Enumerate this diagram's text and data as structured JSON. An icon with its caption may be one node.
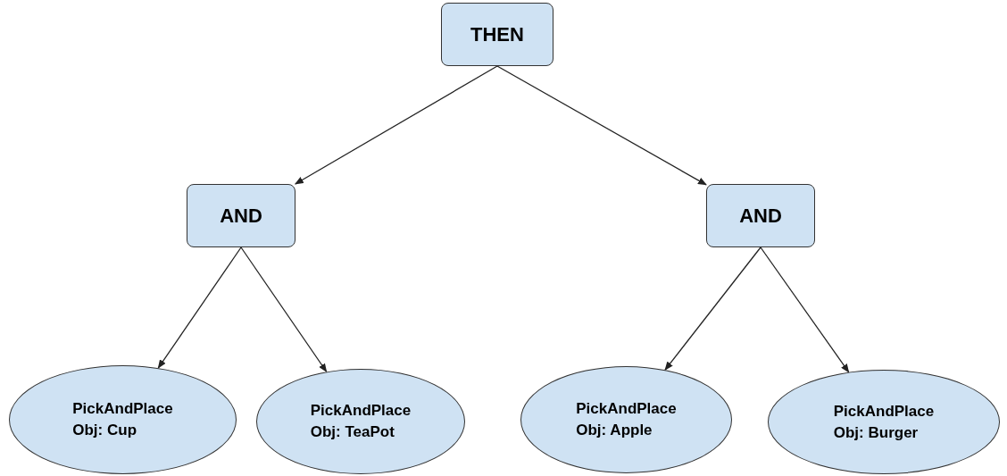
{
  "diagram": {
    "nodes": [
      {
        "text": [
          "THEN"
        ]
      },
      {
        "text": [
          "AND"
        ]
      },
      {
        "text": [
          "AND"
        ]
      },
      {
        "text": [
          "PickAndPlace",
          "Obj: Cup"
        ]
      },
      {
        "text": [
          "PickAndPlace",
          "Obj: TeaPot"
        ]
      },
      {
        "text": [
          "PickAndPlace",
          "Obj: Apple"
        ]
      },
      {
        "text": [
          "PickAndPlace",
          "Obj: Burger"
        ]
      }
    ],
    "edges": [
      {
        "from": 0,
        "to": 1,
        "arrow": "to"
      },
      {
        "from": 0,
        "to": 2,
        "arrow": "to"
      },
      {
        "from": 1,
        "to": 3,
        "arrow": "to"
      },
      {
        "from": 1,
        "to": 4,
        "arrow": "to"
      },
      {
        "from": 2,
        "to": 5,
        "arrow": "to"
      },
      {
        "from": 2,
        "to": 6,
        "arrow": "to"
      }
    ]
  }
}
